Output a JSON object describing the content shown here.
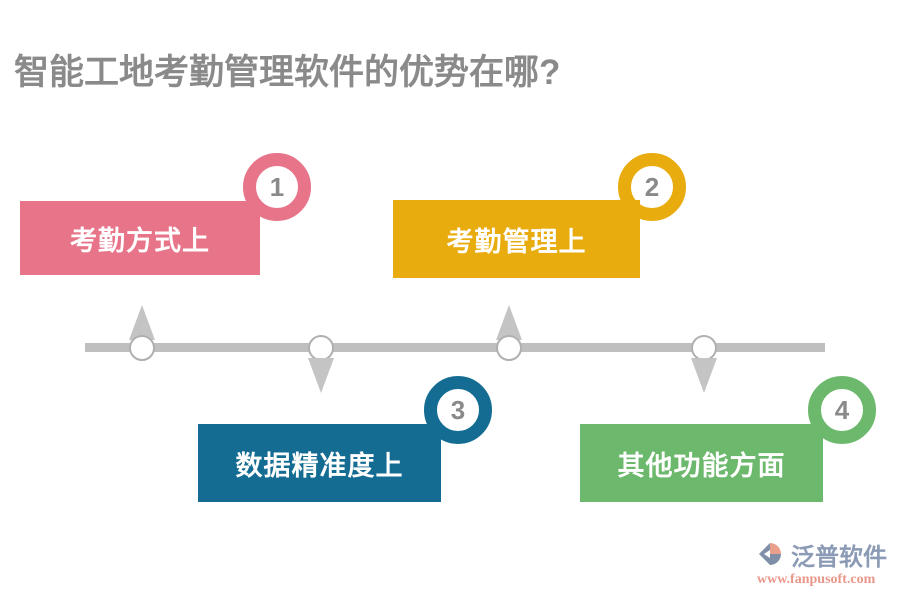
{
  "title": "智能工地考勤管理软件的优势在哪?",
  "title_color": "#8a8a8a",
  "background_color": "#ffffff",
  "timeline": {
    "bar_color": "#bfbfbf",
    "node_fill": "#ffffff",
    "node_border": "#b0b0b0",
    "arrow_color": "#c4c4c4",
    "nodes": [
      {
        "number": "1",
        "direction": "up"
      },
      {
        "number": "2",
        "direction": "down"
      },
      {
        "number": "3",
        "direction": "up"
      },
      {
        "number": "4",
        "direction": "down"
      }
    ]
  },
  "items": [
    {
      "number": "1",
      "label": "考勤方式上",
      "color": "#e8748a",
      "text_color": "#ffffff",
      "position": "top"
    },
    {
      "number": "2",
      "label": "考勤管理上",
      "color": "#e9ac0e",
      "text_color": "#ffffff",
      "position": "top"
    },
    {
      "number": "3",
      "label": "数据精准度上",
      "color": "#146c92",
      "text_color": "#ffffff",
      "position": "bottom"
    },
    {
      "number": "4",
      "label": "其他功能方面",
      "color": "#6cb86c",
      "text_color": "#ffffff",
      "position": "bottom"
    }
  ],
  "logo": {
    "wordmark": "泛普软件",
    "url": "www.fanpusoft.com",
    "wordmark_color": "#8c9bb5",
    "url_color": "#e8988a",
    "mark_shape_color": "#7f8fa8",
    "mark_accent_color": "#e8a08a"
  }
}
